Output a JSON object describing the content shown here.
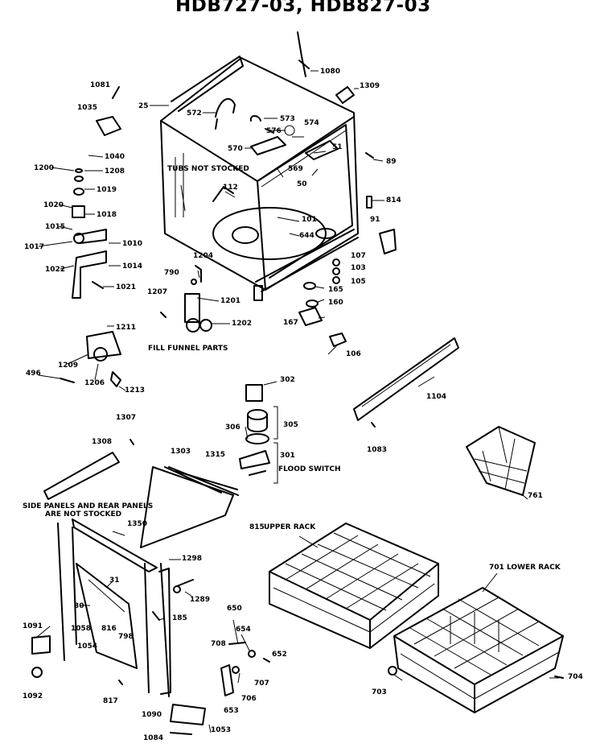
{
  "title": "HDB727-03, HDB827-03",
  "captions": {
    "tubs_not_stocked": "TUBS NOT STOCKED",
    "fill_funnel_parts": "FILL FUNNEL PARTS",
    "flood_switch": "FLOOD SWITCH",
    "side_panels": "SIDE PANELS AND REAR PANELS",
    "are_not_stocked": "ARE NOT STOCKED",
    "upper_rack": "UPPER RACK",
    "lower_rack": "LOWER RACK"
  },
  "labels": {
    "p1081": "1081",
    "p1035": "1035",
    "p25": "25",
    "p572": "572",
    "p1080": "1080",
    "p1309": "1309",
    "p573": "573",
    "p574": "574",
    "p576": "576",
    "p570": "570",
    "p51": "51",
    "p89": "89",
    "p1040": "1040",
    "p1200": "1200",
    "p1208a": "1208",
    "p1019": "1019",
    "p569": "569",
    "p50": "50",
    "p112": "112",
    "p1020": "1020",
    "p1018": "1018",
    "p101": "101",
    "p814": "814",
    "p1015": "1015",
    "p91": "91",
    "p1017": "1017",
    "p1010": "1010",
    "p644": "644",
    "p107": "107",
    "p1022": "1022",
    "p1014": "1014",
    "p1204": "1204",
    "p103": "103",
    "p790": "790",
    "p105": "105",
    "p1021": "1021",
    "p165": "165",
    "p1207": "1207",
    "p1201": "1201",
    "p160": "160",
    "p167": "167",
    "p1202": "1202",
    "p1211": "1211",
    "p106": "106",
    "p1209": "1209",
    "p496": "496",
    "p1206": "1206",
    "p1213": "1213",
    "p302": "302",
    "p1104": "1104",
    "p1307": "1307",
    "p306": "306",
    "p305": "305",
    "p1308": "1308",
    "p1083": "1083",
    "p1303": "1303",
    "p301": "301",
    "p1315": "1315",
    "p761": "761",
    "p815": "815",
    "p1350": "1350",
    "p1298": "1298",
    "p701": "701",
    "p1289": "1289",
    "p31": "31",
    "p30": "30",
    "p650": "650",
    "p1091": "1091",
    "p1058": "1058",
    "p816": "816",
    "p185": "185",
    "p654": "654",
    "p1054": "1054",
    "p798": "798",
    "p708": "708",
    "p652": "652",
    "p707": "707",
    "p1092": "1092",
    "p817": "817",
    "p706": "706",
    "p703": "703",
    "p704": "704",
    "p1090": "1090",
    "p653": "653",
    "p1053": "1053",
    "p1084": "1084"
  }
}
